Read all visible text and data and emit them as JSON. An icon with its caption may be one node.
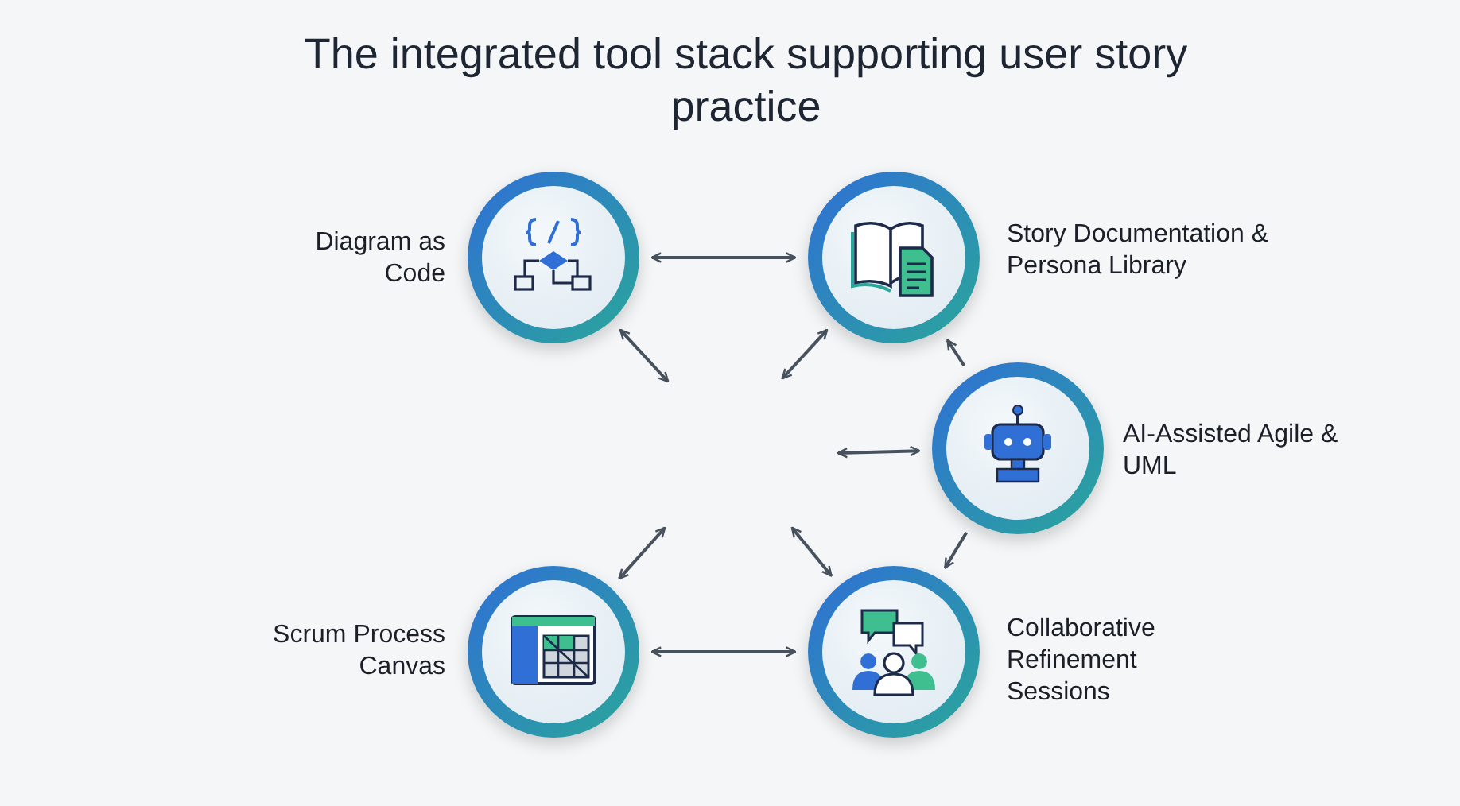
{
  "diagram": {
    "title": "The integrated tool stack supporting user story practice",
    "nodes": [
      {
        "text": [
          "Diagram as Code"
        ]
      },
      {
        "text": [
          "Story Documentation & Persona Library"
        ]
      },
      {
        "text": [
          "AI-Assisted Agile & UML"
        ]
      },
      {
        "text": [
          "Scrum Process Canvas"
        ]
      },
      {
        "text": [
          "Collaborative Refinement Sessions"
        ]
      }
    ],
    "edges": [
      {
        "from": 0,
        "to": 1,
        "arrow": "both"
      },
      {
        "from": 0,
        "to": null,
        "arrow": "both"
      },
      {
        "from": 1,
        "to": null,
        "arrow": "both"
      },
      {
        "from": 2,
        "to": 1,
        "arrow": "to"
      },
      {
        "from": 2,
        "to": null,
        "arrow": "both"
      },
      {
        "from": 2,
        "to": 4,
        "arrow": "to"
      },
      {
        "from": 3,
        "to": null,
        "arrow": "both"
      },
      {
        "from": 4,
        "to": null,
        "arrow": "both"
      },
      {
        "from": 3,
        "to": 4,
        "arrow": "both"
      }
    ]
  }
}
